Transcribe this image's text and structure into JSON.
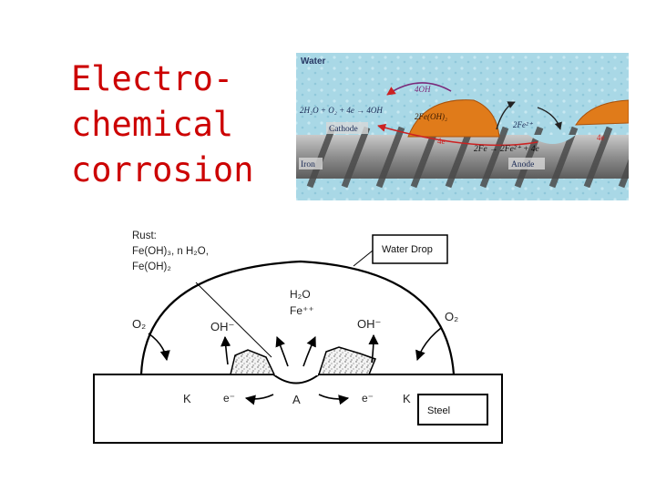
{
  "slide": {
    "title_lines": [
      "Electro-",
      "chemical",
      "corrosion"
    ],
    "title_color": "#cc0000"
  },
  "photo": {
    "water_label": "Water",
    "hydroxide_label": "4OH",
    "cathode_reaction": "2H₂O + O₂ + 4e → 4OH",
    "hydroxide_product": "2Fe(OH)₂",
    "iron_ion_label": "2Fe²⁺",
    "cathode_label": "Cathode",
    "electron_left": "4e",
    "electron_right": "4e",
    "anode_reaction": "2Fe → 2Fe²⁺ + 4e",
    "anode_label": "Anode",
    "iron_label": "Iron",
    "water_color": "#a9d8e6",
    "rust_color": "#e07b1a",
    "arrow_color": "#cc2222"
  },
  "drop": {
    "rust_label": "Rust:",
    "rust_formula_1": "Fe(OH)₃, n H₂O,",
    "rust_formula_2": "Fe(OH)₂",
    "water_drop_label": "Water Drop",
    "h2o_label": "H₂O",
    "fe_label": "Fe⁺⁺",
    "o2_left": "O₂",
    "o2_right": "O₂",
    "oh_left": "OH⁻",
    "oh_right": "OH⁻",
    "k_left": "K",
    "k_right": "K",
    "e_left": "e⁻",
    "e_right": "e⁻",
    "anode_a": "A",
    "steel_label": "Steel"
  }
}
